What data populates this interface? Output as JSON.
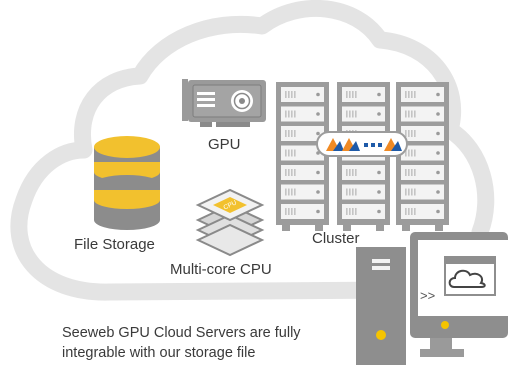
{
  "diagram": {
    "labels": {
      "gpu": "GPU",
      "file_storage": "File Storage",
      "cluster": "Cluster",
      "multi_core_cpu": "Multi-core CPU",
      "cpu_chip": "CPU"
    },
    "caption": "Seeweb GPU Cloud Servers are fully integrable with our storage file",
    "colors": {
      "cloud_outline": "#e4e4e4",
      "server_body": "#9c9c9c",
      "server_panel": "#f3f3f3",
      "storage_gold": "#f2c12e",
      "storage_gray": "#8c8c8c",
      "accent_orange": "#f08a24",
      "accent_blue": "#1e5aa8",
      "computer_gray": "#8e8e8e",
      "indicator_yellow": "#f5c400",
      "text": "#3a3a3a"
    },
    "icons": [
      "cloud-outline",
      "gpu-card-icon",
      "storage-stack-icon",
      "cpu-chip-icon",
      "server-rack-icon",
      "cluster-connector-icon",
      "desktop-computer-icon",
      "cloud-window-icon"
    ]
  }
}
